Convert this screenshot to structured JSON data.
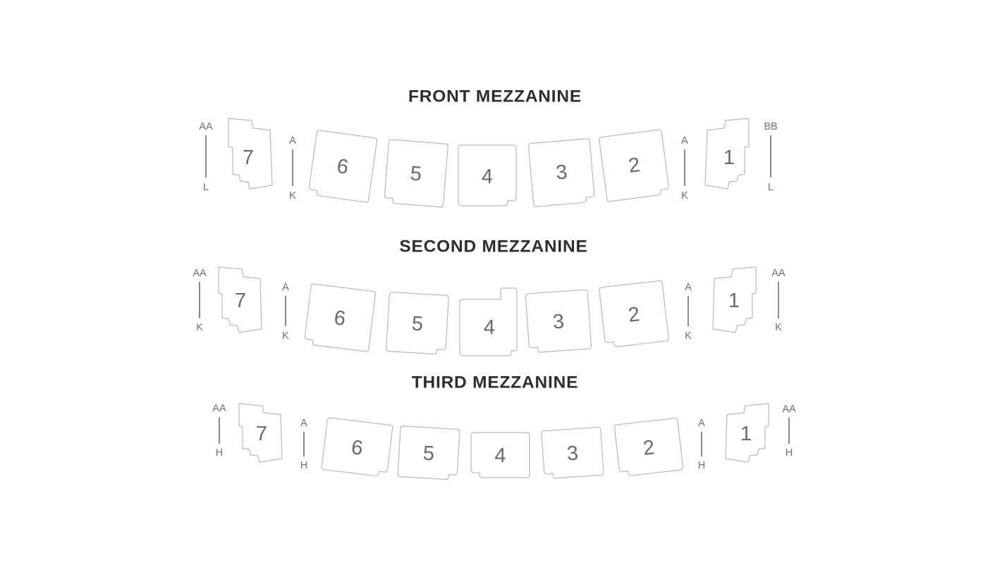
{
  "seat_map": {
    "colors": {
      "background": "#ffffff",
      "title_text": "#2d2d2d",
      "section_border": "#b9b9b9",
      "section_fill": "#ffffff",
      "section_number": "#6a6a6a",
      "row_label_text": "#707070",
      "row_line": "#8a8a8a"
    },
    "levels": [
      {
        "title": "FRONT MEZZANINE",
        "sections": [
          {
            "number": "7"
          },
          {
            "number": "6"
          },
          {
            "number": "5"
          },
          {
            "number": "4"
          },
          {
            "number": "3"
          },
          {
            "number": "2"
          },
          {
            "number": "1"
          }
        ],
        "row_ranges": [
          {
            "position": "outer-left",
            "from": "AA",
            "to": "L"
          },
          {
            "position": "inner-left",
            "from": "A",
            "to": "K"
          },
          {
            "position": "inner-right",
            "from": "A",
            "to": "K"
          },
          {
            "position": "outer-right",
            "from": "BB",
            "to": "L"
          }
        ]
      },
      {
        "title": "SECOND MEZZANINE",
        "sections": [
          {
            "number": "7"
          },
          {
            "number": "6"
          },
          {
            "number": "5"
          },
          {
            "number": "4"
          },
          {
            "number": "3"
          },
          {
            "number": "2"
          },
          {
            "number": "1"
          }
        ],
        "row_ranges": [
          {
            "position": "outer-left",
            "from": "AA",
            "to": "K"
          },
          {
            "position": "inner-left",
            "from": "A",
            "to": "K"
          },
          {
            "position": "inner-right",
            "from": "A",
            "to": "K"
          },
          {
            "position": "outer-right",
            "from": "AA",
            "to": "K"
          }
        ]
      },
      {
        "title": "THIRD MEZZANINE",
        "sections": [
          {
            "number": "7"
          },
          {
            "number": "6"
          },
          {
            "number": "5"
          },
          {
            "number": "4"
          },
          {
            "number": "3"
          },
          {
            "number": "2"
          },
          {
            "number": "1"
          }
        ],
        "row_ranges": [
          {
            "position": "outer-left",
            "from": "AA",
            "to": "H"
          },
          {
            "position": "inner-left",
            "from": "A",
            "to": "H"
          },
          {
            "position": "inner-right",
            "from": "A",
            "to": "H"
          },
          {
            "position": "outer-right",
            "from": "AA",
            "to": "H"
          }
        ]
      }
    ]
  }
}
